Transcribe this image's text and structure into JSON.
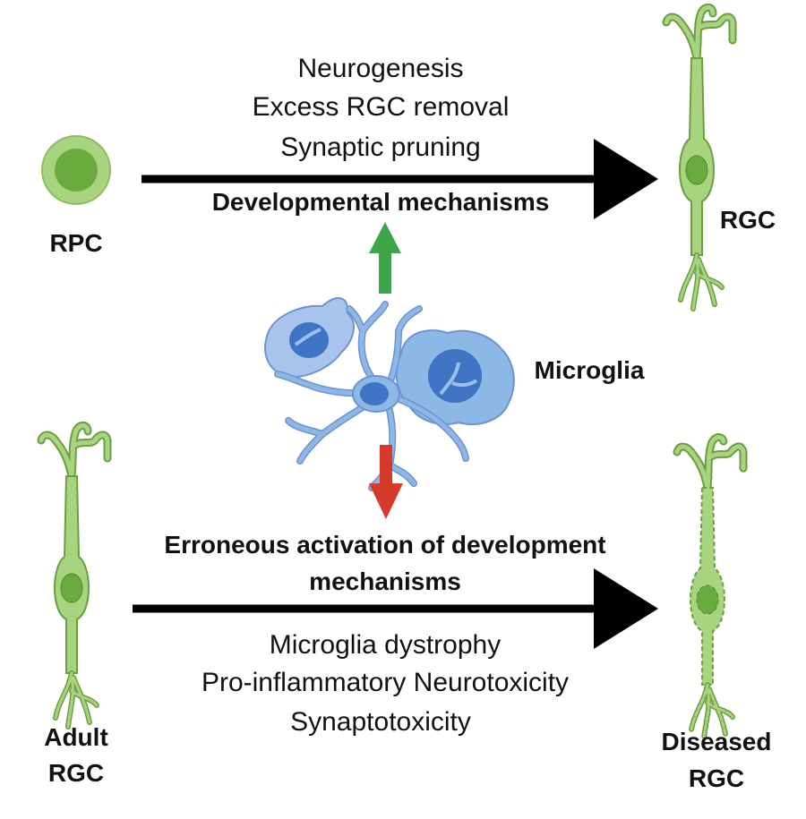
{
  "top": {
    "mechanisms": [
      "Neurogenesis",
      "Excess RGC removal",
      "Synaptic pruning"
    ],
    "heading": "Developmental mechanisms",
    "source_label": "RPC",
    "target_label": "RGC"
  },
  "center": {
    "label": "Microglia"
  },
  "bottom": {
    "heading_line1": "Erroneous activation of development",
    "heading_line2": "mechanisms",
    "effects": [
      "Microglia dystrophy",
      "Pro-inflammatory Neurotoxicity",
      "Synaptotoxicity"
    ],
    "source_label_line1": "Adult",
    "source_label_line2": "RGC",
    "target_label_line1": "Diseased",
    "target_label_line2": "RGC"
  },
  "colors": {
    "neuron_fill": "#a9d47f",
    "neuron_stroke": "#6b9e42",
    "nucleus": "#6aab3e",
    "microglia_fill": "#8cb8e6",
    "microglia_nucleus": "#3f74c4",
    "up_arrow": "#3ea64a",
    "down_arrow": "#d63a2b",
    "arrow": "#000000"
  }
}
